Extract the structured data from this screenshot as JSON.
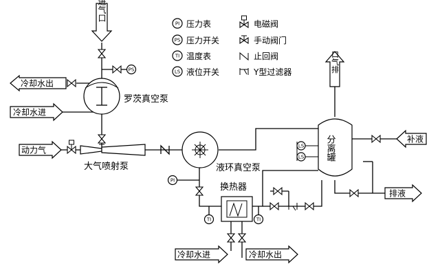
{
  "legend": {
    "pi_symbol": "PI",
    "pi_label": "压力表",
    "ps_symbol": "PS",
    "ps_label": "压力开关",
    "ti_symbol": "TI",
    "ti_label": "温度表",
    "ls_symbol": "LS",
    "ls_label": "液位开关",
    "solenoid_label": "电磁阀",
    "manual_label": "手动阀门",
    "check_label": "止回阀",
    "filter_label": "Y型过滤器"
  },
  "arrows": {
    "inlet": "进气口",
    "exhaust": "口气排",
    "cool_out_1": "冷却水出",
    "cool_in_1": "冷却水进",
    "motive_gas": "动力气",
    "makeup_liquid": "补液",
    "drain_liquid": "排液",
    "cool_in_2": "冷却水进",
    "cool_out_2": "冷却水出"
  },
  "components": {
    "roots_pump": "罗茨真空泵",
    "ejector": "大气喷射泵",
    "liquid_ring_pump": "液环真空泵",
    "heat_exchanger": "换热器",
    "separator": "分离罐"
  },
  "instruments": {
    "ps": "PS",
    "pi": "PI",
    "ti": "TI",
    "ls": "LS"
  }
}
